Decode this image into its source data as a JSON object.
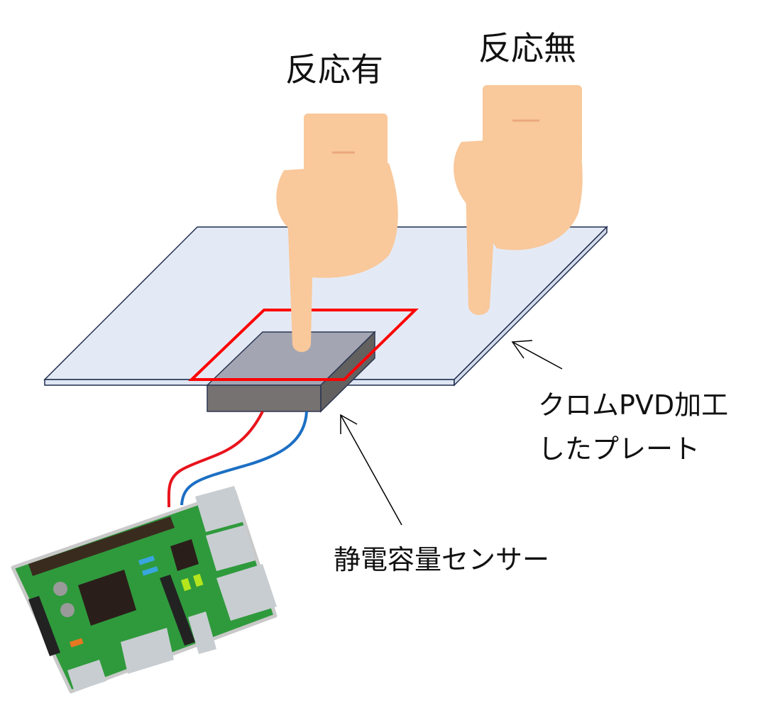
{
  "labels": {
    "reaction_yes": "反応有",
    "reaction_no": "反応無",
    "plate_line1": "クロムPVD加工",
    "plate_line2": "したプレート",
    "sensor": "静電容量センサー"
  },
  "colors": {
    "plate": "#e4eaf5",
    "plate_edge": "#1f2d4f",
    "sensor_top": "#a3a6b2",
    "sensor_front": "#777272",
    "highlight": "#ff0000",
    "wire_red": "#e8141c",
    "wire_blue": "#1c6fc4",
    "skin": "#f9c89b",
    "board": "#2f9a3c"
  }
}
